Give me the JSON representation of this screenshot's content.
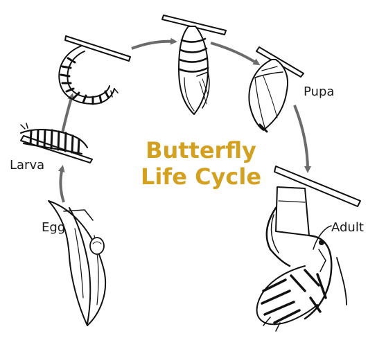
{
  "title": {
    "line1": "Butterfly",
    "line2": "Life Cycle",
    "color": "#d4a020"
  },
  "stages": {
    "egg": "Egg",
    "larva": "Larva",
    "pupa": "Pupa",
    "adult": "Adult"
  },
  "colors": {
    "ink": "#111111",
    "arrow": "#6b6b6b"
  }
}
